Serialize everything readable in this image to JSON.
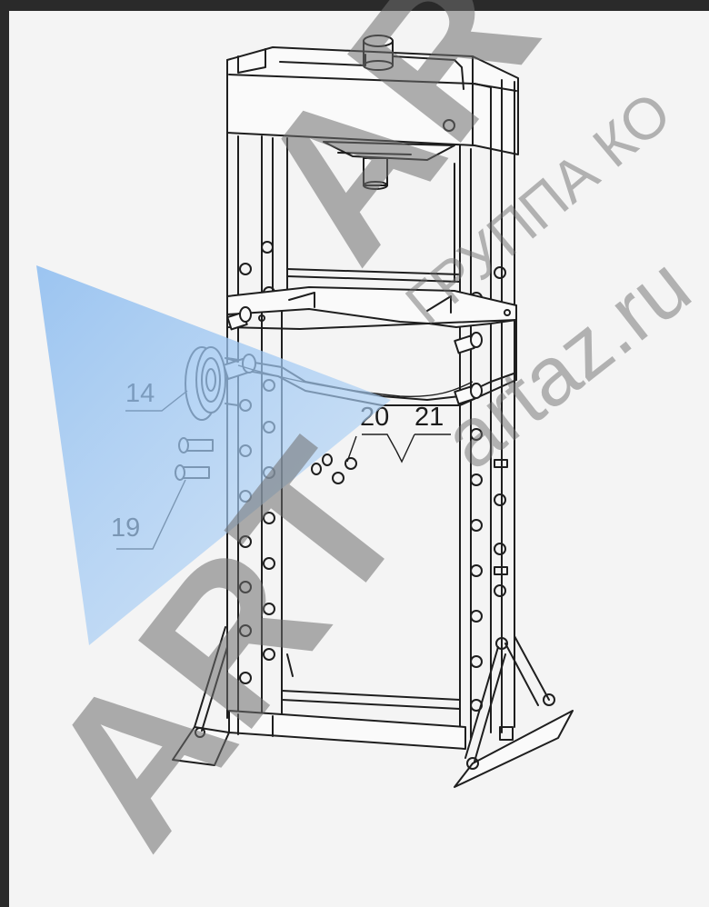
{
  "diagram": {
    "callouts": [
      {
        "id": "callout-14",
        "label": "14"
      },
      {
        "id": "callout-19",
        "label": "19"
      },
      {
        "id": "callout-20",
        "label": "20"
      },
      {
        "id": "callout-21",
        "label": "21"
      }
    ]
  },
  "watermark": {
    "logo": "ART",
    "line1": "ГРУППА КО",
    "line2": "artaz.ru"
  },
  "colors": {
    "frame": "#2a2a2a",
    "canvas": "#f4f4f4",
    "line": "#1e1e1e",
    "watermark_gray": "#6e6e6e",
    "watermark_blue": "#8cbcf0"
  }
}
